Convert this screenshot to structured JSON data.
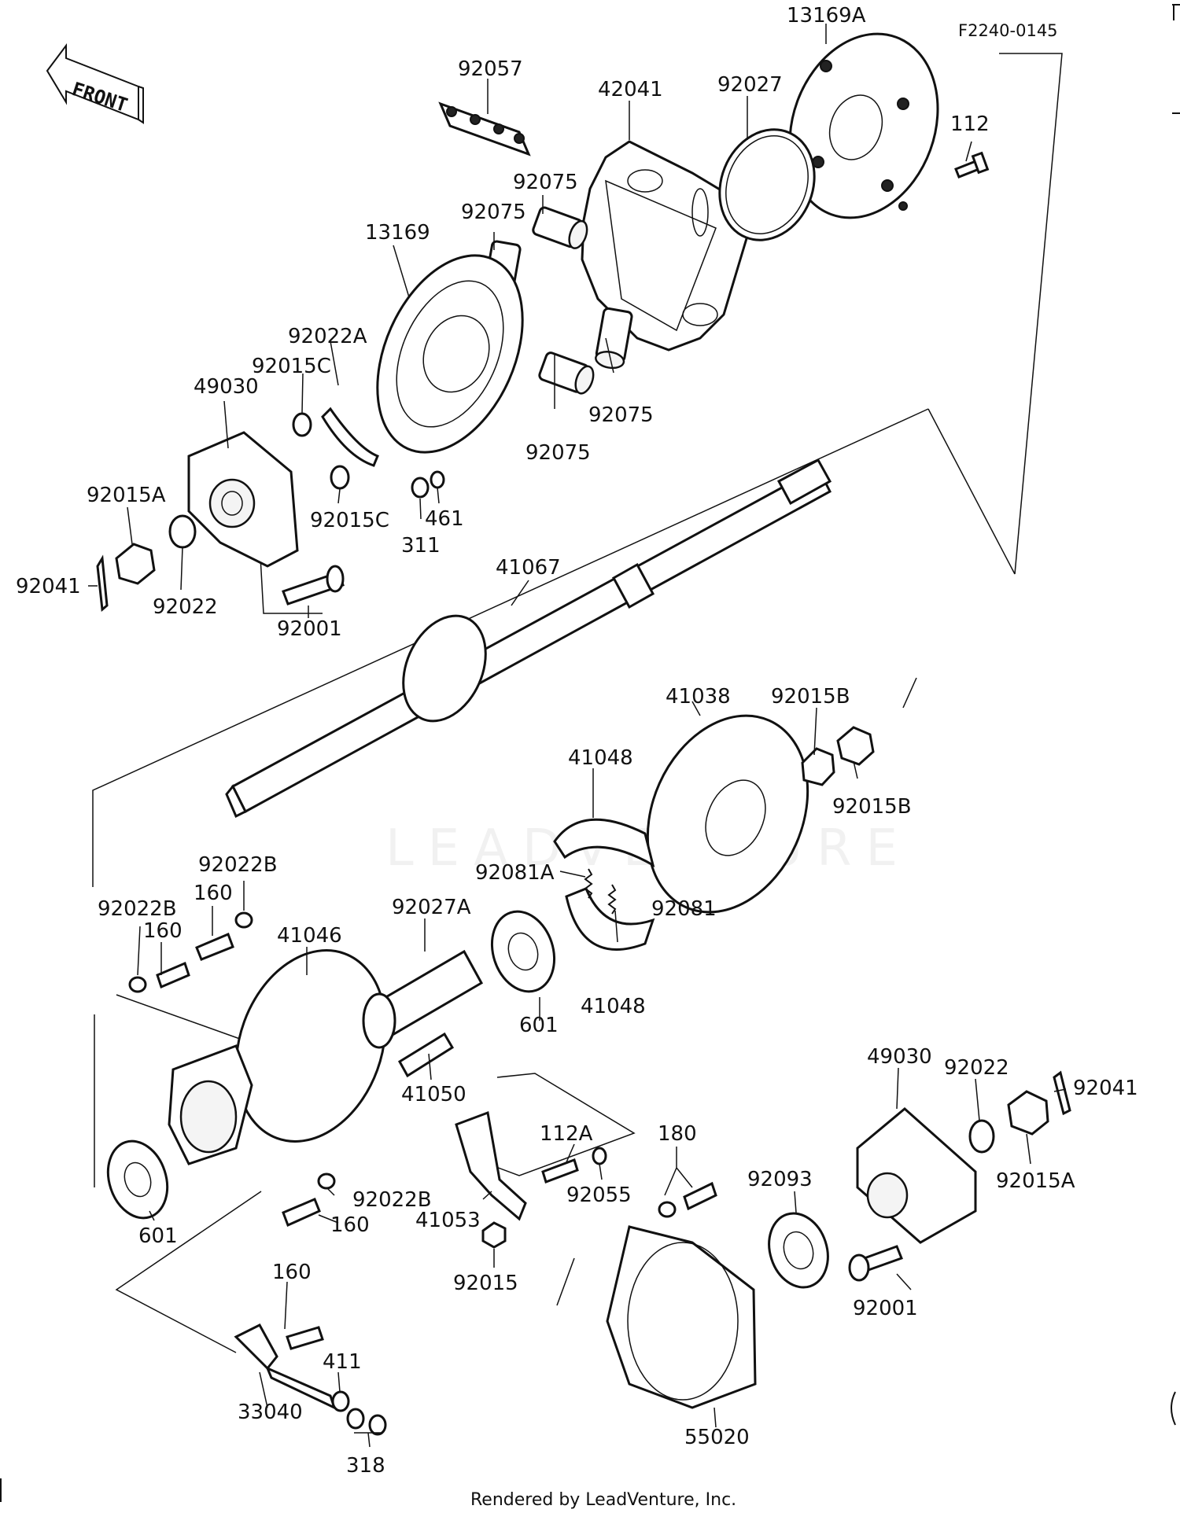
{
  "diagram_code": "F2240-0145",
  "front_label": "FRONT",
  "watermark": "LEADVENTURE",
  "footer": "Rendered by LeadVenture, Inc.",
  "callouts": [
    {
      "id": "c13169A",
      "text": "13169A"
    },
    {
      "id": "c92057",
      "text": "92057"
    },
    {
      "id": "c42041",
      "text": "42041"
    },
    {
      "id": "c92027",
      "text": "92027"
    },
    {
      "id": "c112",
      "text": "112"
    },
    {
      "id": "c92075a",
      "text": "92075"
    },
    {
      "id": "c92075b",
      "text": "92075"
    },
    {
      "id": "c13169",
      "text": "13169"
    },
    {
      "id": "c92022A",
      "text": "92022A"
    },
    {
      "id": "c92015Ca",
      "text": "92015C"
    },
    {
      "id": "c49030a",
      "text": "49030"
    },
    {
      "id": "c92075c",
      "text": "92075"
    },
    {
      "id": "c92075d",
      "text": "92075"
    },
    {
      "id": "c92015A_a",
      "text": "92015A"
    },
    {
      "id": "c92015Cb",
      "text": "92015C"
    },
    {
      "id": "c461",
      "text": "461"
    },
    {
      "id": "c311",
      "text": "311"
    },
    {
      "id": "c92041a",
      "text": "92041"
    },
    {
      "id": "c92022a",
      "text": "92022"
    },
    {
      "id": "c41067",
      "text": "41067"
    },
    {
      "id": "c92001a",
      "text": "92001"
    },
    {
      "id": "c41038",
      "text": "41038"
    },
    {
      "id": "c92015Ba",
      "text": "92015B"
    },
    {
      "id": "c41048a",
      "text": "41048"
    },
    {
      "id": "c92015Bb",
      "text": "92015B"
    },
    {
      "id": "c92022Ba",
      "text": "92022B"
    },
    {
      "id": "c92081A",
      "text": "92081A"
    },
    {
      "id": "c160a",
      "text": "160"
    },
    {
      "id": "c92081",
      "text": "92081"
    },
    {
      "id": "c92022Bb",
      "text": "92022B"
    },
    {
      "id": "c160b",
      "text": "160"
    },
    {
      "id": "c41046",
      "text": "41046"
    },
    {
      "id": "c92027A",
      "text": "92027A"
    },
    {
      "id": "c601a",
      "text": "601"
    },
    {
      "id": "c41048b",
      "text": "41048"
    },
    {
      "id": "c41050",
      "text": "41050"
    },
    {
      "id": "c49030b",
      "text": "49030"
    },
    {
      "id": "c92022b",
      "text": "92022"
    },
    {
      "id": "c92041b",
      "text": "92041"
    },
    {
      "id": "c180",
      "text": "180"
    },
    {
      "id": "c112A",
      "text": "112A"
    },
    {
      "id": "c92055",
      "text": "92055"
    },
    {
      "id": "c92015A_b",
      "text": "92015A"
    },
    {
      "id": "c92022Bc",
      "text": "92022B"
    },
    {
      "id": "c92093",
      "text": "92093"
    },
    {
      "id": "c41053",
      "text": "41053"
    },
    {
      "id": "c601b",
      "text": "601"
    },
    {
      "id": "c160c",
      "text": "160"
    },
    {
      "id": "c92015",
      "text": "92015"
    },
    {
      "id": "c92001b",
      "text": "92001"
    },
    {
      "id": "c160d",
      "text": "160"
    },
    {
      "id": "c411",
      "text": "411"
    },
    {
      "id": "c33040",
      "text": "33040"
    },
    {
      "id": "c318",
      "text": "318"
    },
    {
      "id": "c55020",
      "text": "55020"
    }
  ]
}
